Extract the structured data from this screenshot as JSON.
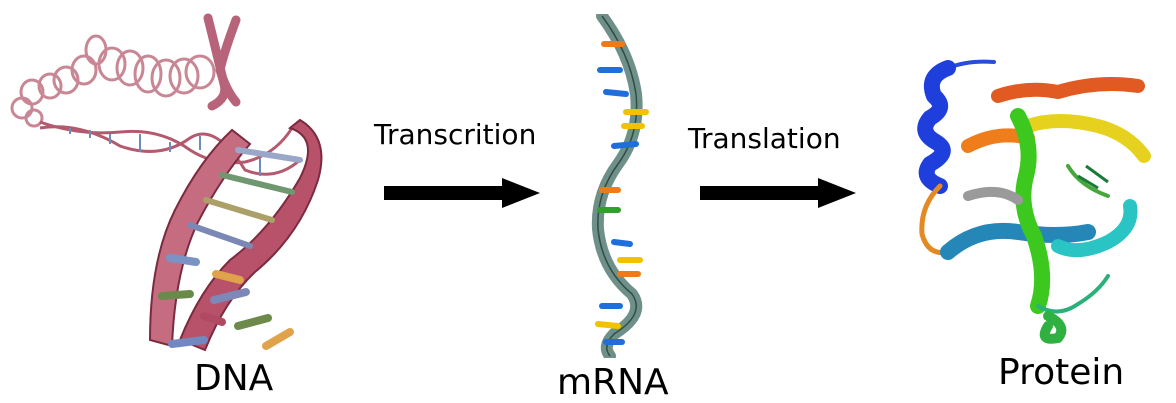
{
  "stages": {
    "dna": "DNA",
    "mrna": "mRNA",
    "protein": "Protein"
  },
  "processes": {
    "transcription": "Transcrition",
    "translation": "Translation"
  },
  "icons": {
    "dna": "dna-double-helix-icon",
    "mrna": "mrna-strand-icon",
    "protein": "protein-ribbon-icon",
    "arrow": "right-arrow-icon"
  },
  "colors": {
    "dna_strand": "#b45a6e",
    "dna_coil": "#d9a0aa",
    "mrna_backbone": "#6f9088",
    "arrow": "#000000",
    "base_blue": "#1e6fdc",
    "base_orange": "#f07a1a",
    "base_yellow": "#f2c200",
    "base_green": "#2fa02a"
  }
}
